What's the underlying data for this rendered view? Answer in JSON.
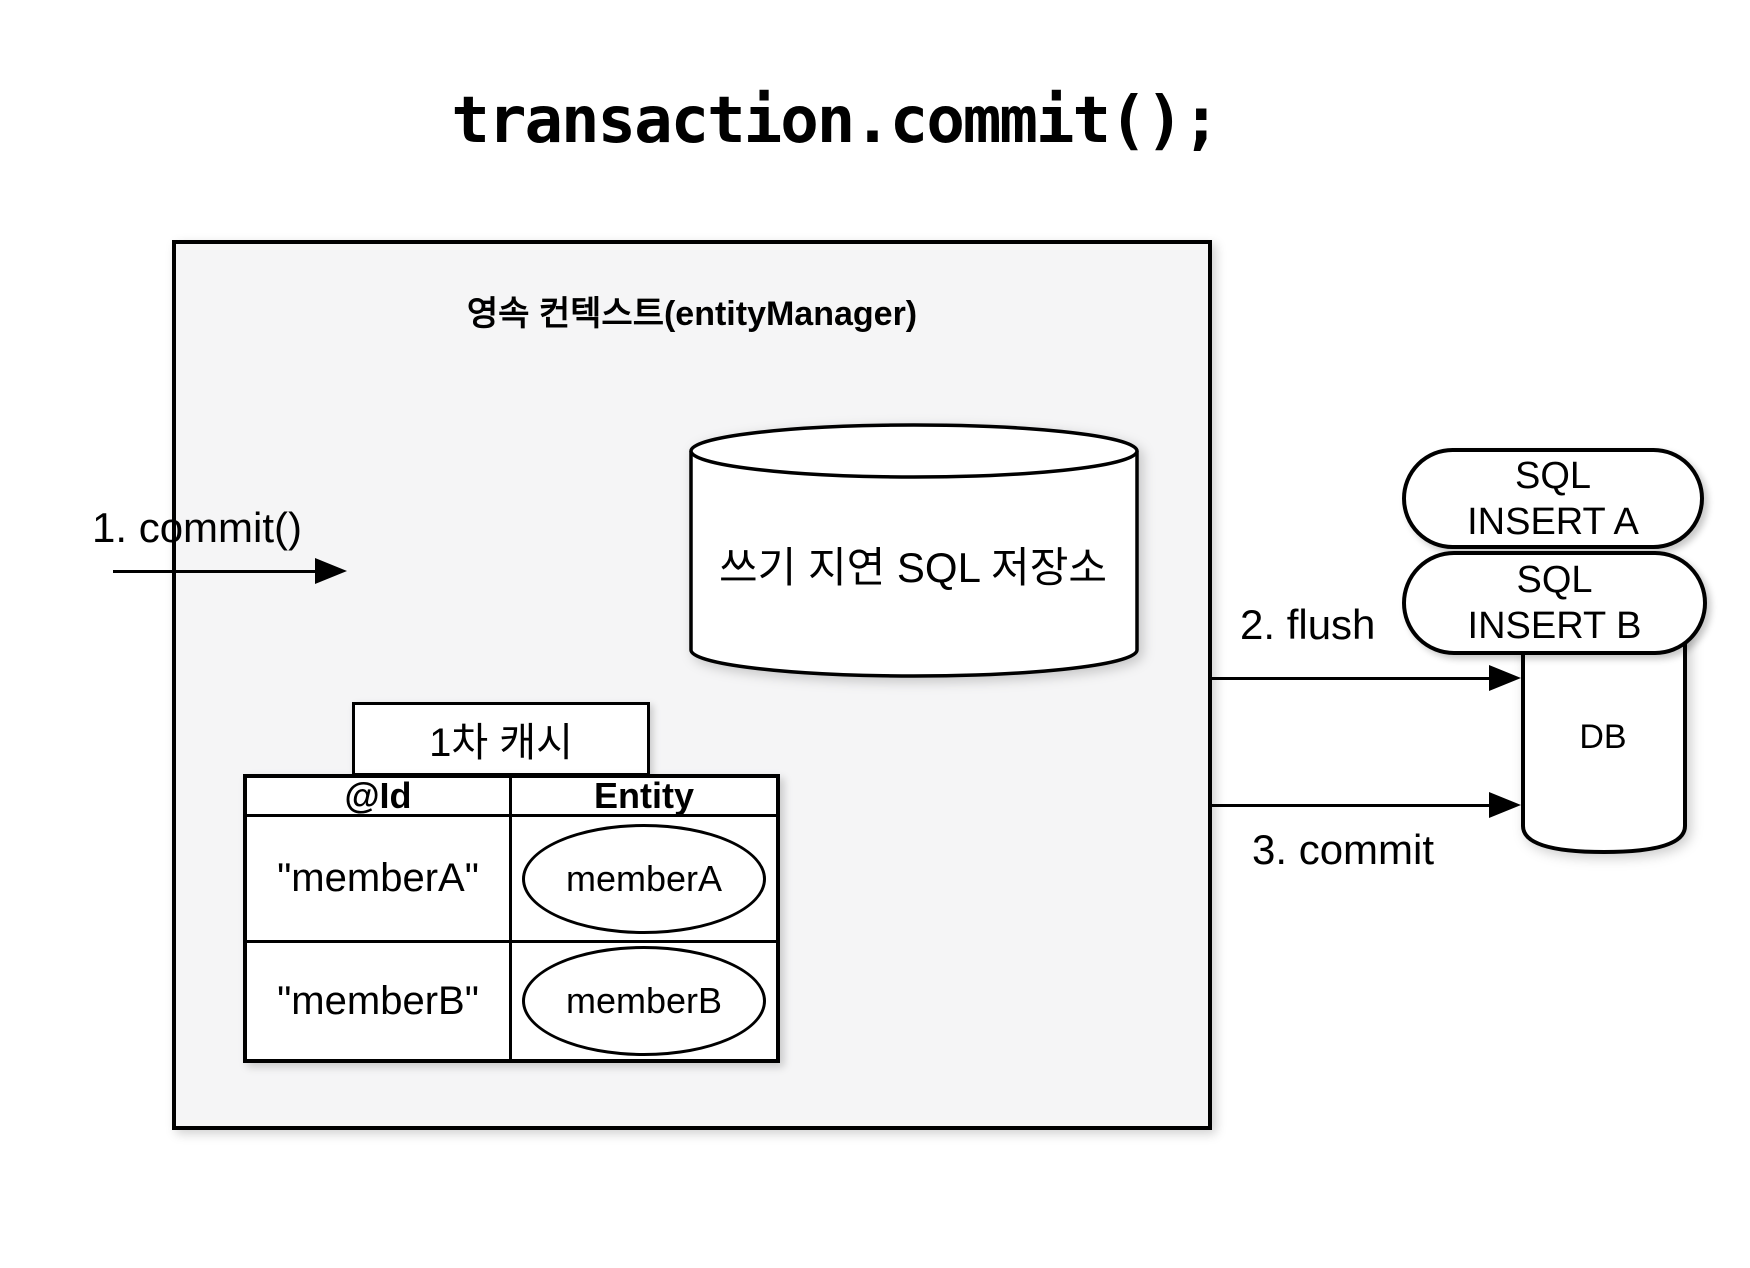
{
  "title": "transaction.commit();",
  "persistence_context": {
    "label": "영속 컨텍스트(entityManager)",
    "sql_store": {
      "label": "쓰기 지연 SQL 저장소"
    },
    "first_level_cache": {
      "label": "1차 캐시",
      "columns": {
        "id": "@Id",
        "entity": "Entity"
      },
      "rows": [
        {
          "id": "\"memberA\"",
          "entity": "memberA"
        },
        {
          "id": "\"memberB\"",
          "entity": "memberB"
        }
      ]
    }
  },
  "arrows": {
    "commit_in": "1. commit()",
    "flush": "2. flush",
    "commit_out": "3. commit"
  },
  "sql_statements": [
    {
      "line1": "SQL",
      "line2": "INSERT A"
    },
    {
      "line1": "SQL",
      "line2": "INSERT B"
    }
  ],
  "database": {
    "label": "DB"
  },
  "colors": {
    "background": "#ffffff",
    "context_fill": "#f5f5f6",
    "shape_fill": "#ffffff",
    "stroke": "#000000"
  }
}
